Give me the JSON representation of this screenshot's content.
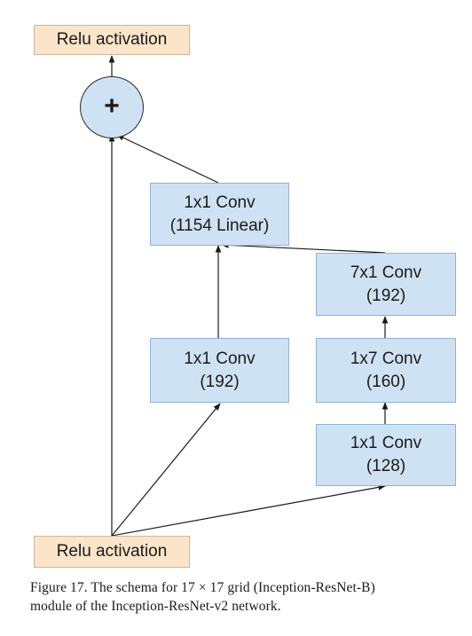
{
  "nodes": {
    "relu_top": {
      "label": "Relu activation"
    },
    "sum": {
      "label": "+"
    },
    "conv_1x1_linear": {
      "line1": "1x1 Conv",
      "line2": "(1154 Linear)"
    },
    "conv_7x1": {
      "line1": "7x1 Conv",
      "line2": "(192)"
    },
    "conv_1x1_192": {
      "line1": "1x1 Conv",
      "line2": "(192)"
    },
    "conv_1x7": {
      "line1": "1x7 Conv",
      "line2": "(160)"
    },
    "conv_1x1_128": {
      "line1": "1x1 Conv",
      "line2": "(128)"
    },
    "relu_bottom": {
      "label": "Relu activation"
    }
  },
  "caption": {
    "line1": "Figure 17. The schema for 17 × 17 grid (Inception-ResNet-B)",
    "line2": "module of the Inception-ResNet-v2 network."
  }
}
